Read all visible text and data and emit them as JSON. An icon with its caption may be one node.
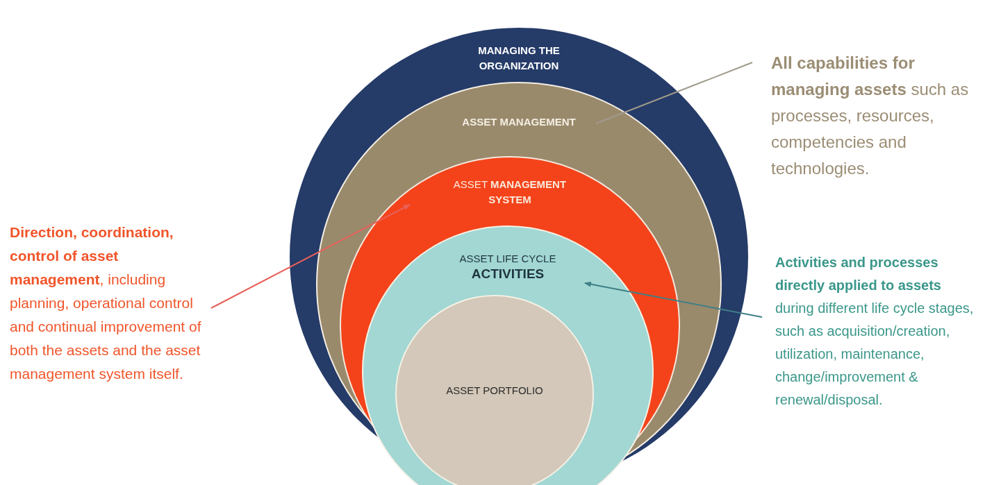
{
  "diagram": {
    "nodes": [
      {
        "text": [
          "MANAGING THE ORGANIZATION"
        ]
      },
      {
        "text": [
          "ASSET MANAGEMENT"
        ],
        "in": 0
      },
      {
        "text": [
          "ASSET **MANAGEMENT SYSTEM**"
        ],
        "in": 1
      },
      {
        "text": [
          "ASSET LIFE CYCLE",
          "ACTIVITIES"
        ],
        "in": 2
      },
      {
        "text": [
          "ASSET PORTFOLIO"
        ],
        "in": 3
      },
      {
        "text": [
          "**All capabilities for managing assets** such as processes, resources, competencies and technologies."
        ]
      },
      {
        "text": [
          "**Direction, coordination, control of asset management**, including planning, operational control and continual improvement of both the assets and the asset management system itself."
        ]
      },
      {
        "text": [
          "**Activities and processes directly applied to assets** during different life cycle stages, such as acquisition/creation, utilization, maintenance, change/improvement & renewal/disposal."
        ]
      }
    ],
    "edges": [
      {
        "from": 5,
        "to": 1,
        "arrow": "none",
        "color": "#a09a8c"
      },
      {
        "from": 6,
        "to": 2,
        "arrow": "to",
        "color": "#e8605a"
      },
      {
        "from": 7,
        "to": 3,
        "arrow": "to",
        "color": "#3f7f86"
      }
    ]
  }
}
